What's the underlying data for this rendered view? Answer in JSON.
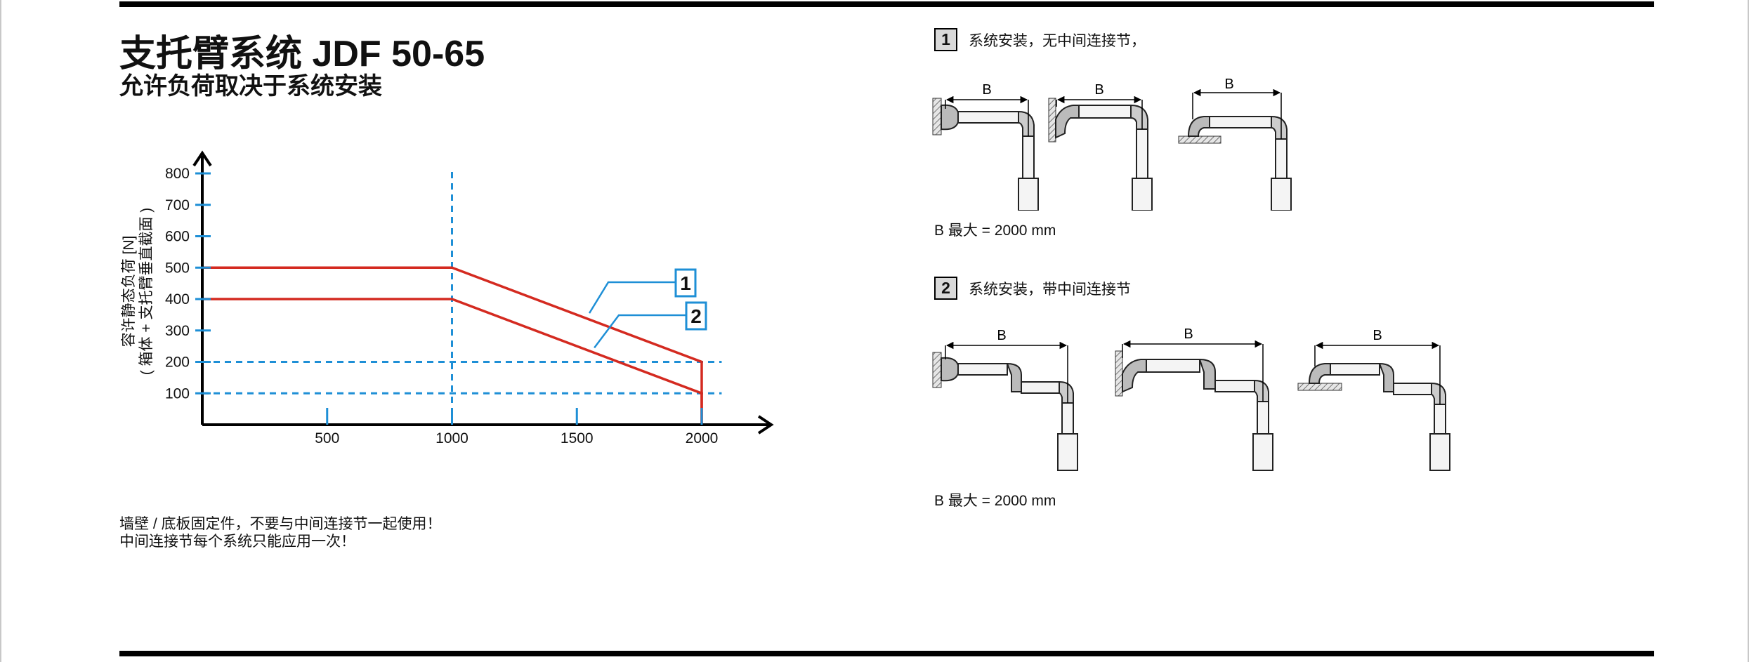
{
  "title": "支托臂系统 JDF 50-65",
  "subtitle": "允许负荷取决于系统安装",
  "notes": [
    "墙壁 / 底板固定件，不要与中间连接节一起使用！",
    "中间连接节每个系统只能应用一次！"
  ],
  "sections": [
    {
      "number": "1",
      "heading": "系统安装，无中间连接节，",
      "dimension_label": "B",
      "bmax": "B 最大 = 2000 mm"
    },
    {
      "number": "2",
      "heading": "系统安装，带中间连接节",
      "dimension_label": "B",
      "bmax": "B 最大 = 2000 mm"
    }
  ],
  "colors": {
    "series": "#d42a20",
    "reference": "#1e8fd6",
    "axis": "#000000"
  },
  "chart_data": {
    "type": "line",
    "ylabel_lines": [
      "容许静态负荷 [N]",
      "( 箱体 + 支托臂垂直截面 )"
    ],
    "x_ticks": [
      500,
      1000,
      1500,
      2000
    ],
    "y_ticks": [
      100,
      200,
      300,
      400,
      500,
      600,
      700,
      800
    ],
    "xlim": [
      0,
      2250
    ],
    "ylim": [
      0,
      800
    ],
    "grid": false,
    "series": [
      {
        "name": "1",
        "x": [
          0,
          1000,
          2000,
          2000
        ],
        "y": [
          500,
          500,
          200,
          0
        ]
      },
      {
        "name": "2",
        "x": [
          0,
          1000,
          2000,
          2000
        ],
        "y": [
          400,
          400,
          100,
          0
        ]
      }
    ],
    "reference_lines": {
      "horizontal": [
        100,
        200
      ],
      "vertical": [
        1000
      ]
    },
    "callouts": [
      {
        "label": "1",
        "x": 1550,
        "y": 355
      },
      {
        "label": "2",
        "x": 1570,
        "y": 245
      }
    ]
  }
}
